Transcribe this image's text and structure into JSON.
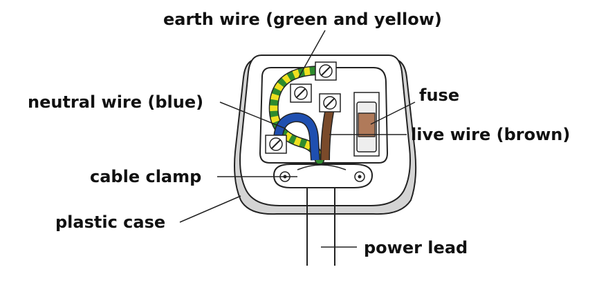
{
  "labels": {
    "earth": "earth wire (green and yellow)",
    "neutral": "neutral wire (blue)",
    "fuse": "fuse",
    "live": "live wire (brown)",
    "clamp": "cable clamp",
    "case": "plastic case",
    "lead": "power lead"
  },
  "colors": {
    "earth_green": "#2e8b2e",
    "earth_yellow": "#f0e020",
    "neutral_blue": "#1f4fb0",
    "live_brown": "#7a4a2a",
    "fuse_body": "#b07a5a",
    "case_white": "#ffffff",
    "case_shadow": "#d4d4d4"
  }
}
